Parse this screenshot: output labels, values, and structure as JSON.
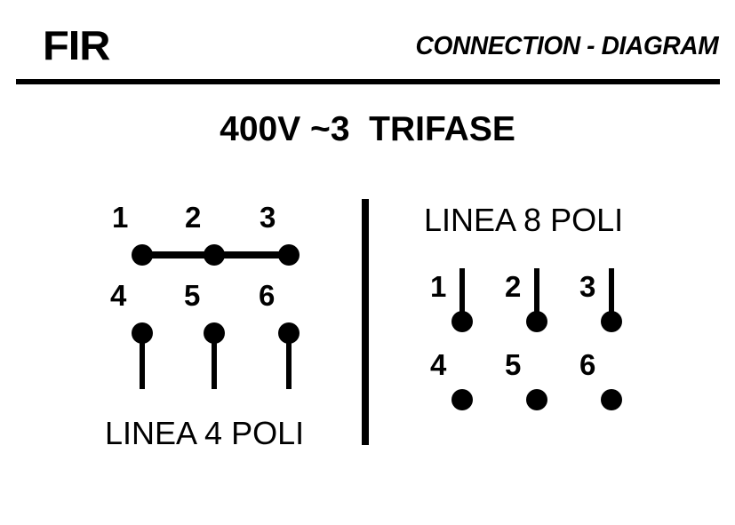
{
  "header": {
    "brand": "FIR",
    "document_title": "CONNECTION - DIAGRAM"
  },
  "main_title": "400V ~3  TRIFASE",
  "diagram": {
    "ink_color": "#000000",
    "background_color": "#ffffff",
    "divider": {
      "name": "vertical-divider"
    },
    "left_group": {
      "caption": "LINEA 4 POLI",
      "top_row": {
        "terminals": [
          "1",
          "2",
          "3"
        ],
        "bridged": "yes",
        "lead": "none"
      },
      "bottom_row": {
        "terminals": [
          "4",
          "5",
          "6"
        ],
        "bridged": "no",
        "lead": "down"
      }
    },
    "right_group": {
      "caption": "LINEA 8 POLI",
      "top_row": {
        "terminals": [
          "1",
          "2",
          "3"
        ],
        "bridged": "no",
        "lead": "up"
      },
      "bottom_row": {
        "terminals": [
          "4",
          "5",
          "6"
        ],
        "bridged": "no",
        "lead": "none"
      }
    }
  }
}
